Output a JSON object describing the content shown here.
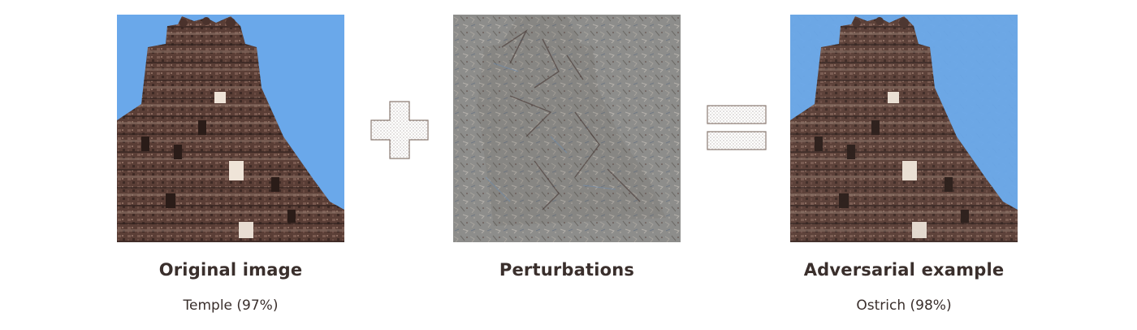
{
  "panels": [
    {
      "caption": "Original image",
      "sublabel": "Temple (97%)"
    },
    {
      "caption": "Perturbations",
      "sublabel": ""
    },
    {
      "caption": "Adversarial example",
      "sublabel": "Ostrich (98%)"
    }
  ],
  "operators": [
    "plus-icon",
    "equals-icon"
  ],
  "colors": {
    "sky": "#6aa8ea",
    "stone": "#5a3e36",
    "noise_bg": "#8a8a8a",
    "text": "#3a2f2c"
  }
}
